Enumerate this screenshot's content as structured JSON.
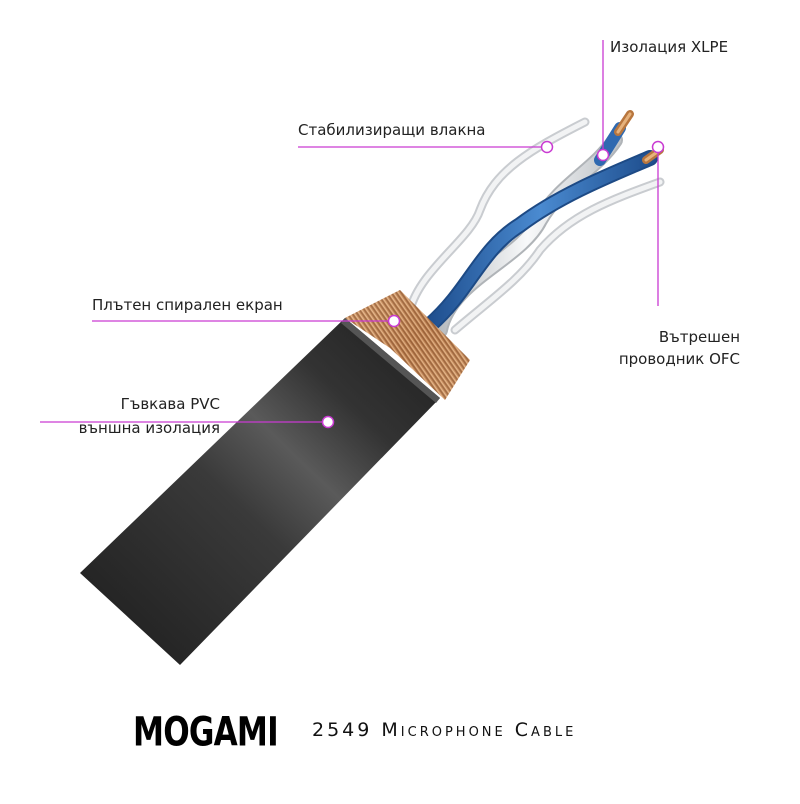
{
  "diagram": {
    "subject": "Microphone cable cross-section",
    "accent_color": "#c93ad2",
    "callouts": [
      {
        "id": "xlpe",
        "text": "Изолация XLPE"
      },
      {
        "id": "fibers",
        "text": "Стабилизиращи  влакна"
      },
      {
        "id": "shield",
        "text": "Плътен спирален екран"
      },
      {
        "id": "pvc",
        "line1": "Гъвкава PVC",
        "line2": "външна изолация"
      },
      {
        "id": "ofc",
        "line1": "Вътрешен",
        "line2": "проводник OFC"
      }
    ]
  },
  "footer": {
    "brand": "MOGAMI",
    "product": "2549 Microphone Cable"
  },
  "colors": {
    "jacket": "#2e2e2e",
    "copper": "#c8895a",
    "blue_wire": "#2f69b0",
    "white_wire": "#e9ecef",
    "leader_line": "#c93ad2"
  }
}
